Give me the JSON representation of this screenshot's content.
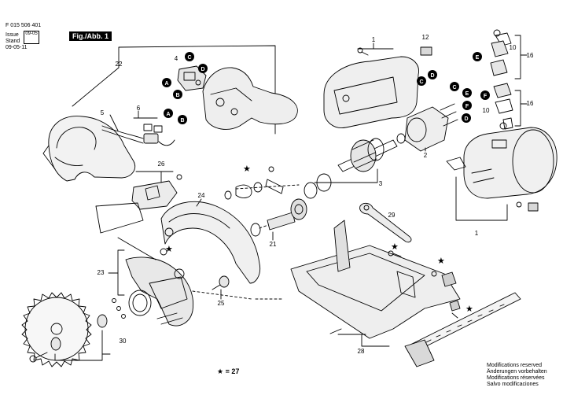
{
  "header": {
    "part_number": "F 015 506 401",
    "issue_label": "Issue",
    "issue_value": "09-05",
    "stand_label": "Stand",
    "stand_value": "09-05-11",
    "figure_label": "Fig./Abb. 1"
  },
  "callouts": {
    "n1a": "1",
    "n1b": "1",
    "n2": "2",
    "n3": "3",
    "n4": "4",
    "n5": "5",
    "n6": "6",
    "n10a": "10",
    "n10b": "10",
    "n12": "12",
    "n16a": "16",
    "n16b": "16",
    "n21": "21",
    "n22": "22",
    "n23": "23",
    "n24": "24",
    "n25": "25",
    "n26": "26",
    "n28": "28",
    "n29": "29",
    "n30": "30"
  },
  "connectors": {
    "a": "A",
    "b": "B",
    "c": "C",
    "d": "D",
    "e": "E",
    "f": "F"
  },
  "star_legend": "★ = 27",
  "notes": [
    "Modifications reserved",
    "Änderungen vorbehalten",
    "Modifications réservées",
    "Salvo modificaciones"
  ],
  "colors": {
    "ink": "#000000",
    "paper": "#ffffff",
    "shade": "#d9d9d9"
  }
}
